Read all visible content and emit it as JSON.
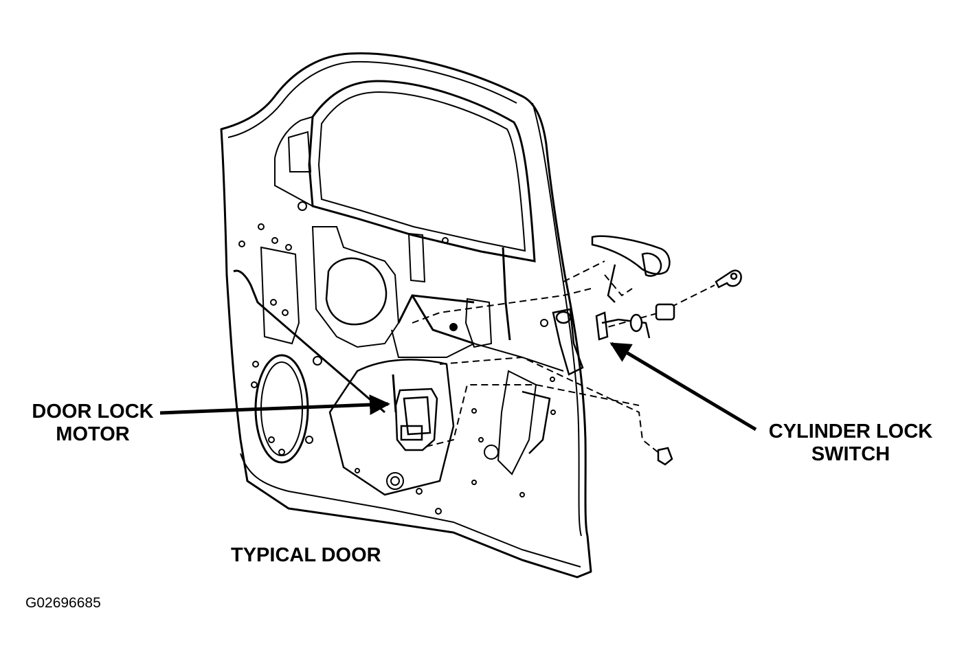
{
  "labels": {
    "door_lock_motor": [
      "DOOR LOCK",
      "MOTOR"
    ],
    "cylinder_lock_switch": [
      "CYLINDER LOCK",
      "SWITCH"
    ],
    "typical_door": "TYPICAL DOOR",
    "figure_code": "G02696685"
  },
  "colors": {
    "ink": "#000000",
    "paper": "#ffffff"
  }
}
